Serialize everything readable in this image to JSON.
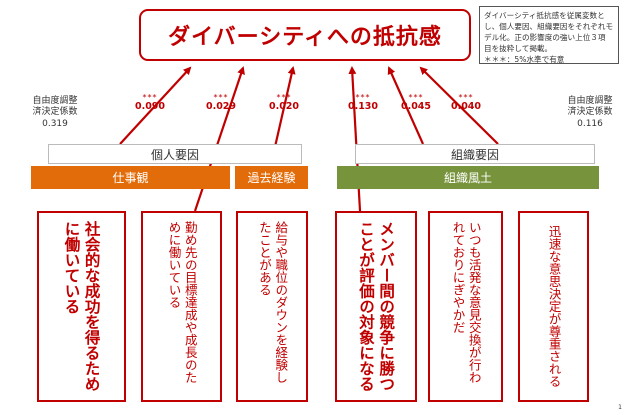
{
  "title": "ダイバーシティへの抵抗感",
  "note": {
    "lines": [
      "ダイバーシティ抵抗感を従属変数と",
      "し、個人要因、組織要因をそれぞれモ",
      "デル化。正の影響度の強い上位３項",
      "目を抜粋して掲載。",
      "＊＊＊：5%水準で有意"
    ]
  },
  "r2_left": {
    "label1": "自由度調整",
    "label2": "済決定係数",
    "value": "0.319"
  },
  "r2_right": {
    "label1": "自由度調整",
    "label2": "済決定係数",
    "value": "0.116"
  },
  "coefficients": [
    {
      "stars": "***",
      "value": "0.090"
    },
    {
      "stars": "***",
      "value": "0.029"
    },
    {
      "stars": "***",
      "value": "0.020"
    },
    {
      "stars": "***",
      "value": "0.130"
    },
    {
      "stars": "***",
      "value": "0.045"
    },
    {
      "stars": "***",
      "value": "0.040"
    }
  ],
  "groups": {
    "personal": {
      "label": "個人要因",
      "sub1": "仕事観",
      "sub2": "過去経験"
    },
    "organizational": {
      "label": "組織要因",
      "sub1": "組織風土"
    }
  },
  "items": [
    {
      "text": "社会的な成功を得るために働いている",
      "emphasis": true
    },
    {
      "text": "勤め先の目標達成や成長のために働いている",
      "emphasis": false
    },
    {
      "text": "給与や職位のダウンを経験したことがある",
      "emphasis": false
    },
    {
      "text": "メンバー間の競争に勝つことが評価の対象になる",
      "emphasis": true
    },
    {
      "text": "いつも活発な意見交換が行われておりにぎやかだ",
      "emphasis": false
    },
    {
      "text": "迅速な意思決定が尊重される",
      "emphasis": false
    }
  ],
  "colors": {
    "accent_red": "#c00000",
    "personal_bar": "#e36c0a",
    "organizational_bar": "#77933c"
  },
  "corner_mark": "1"
}
